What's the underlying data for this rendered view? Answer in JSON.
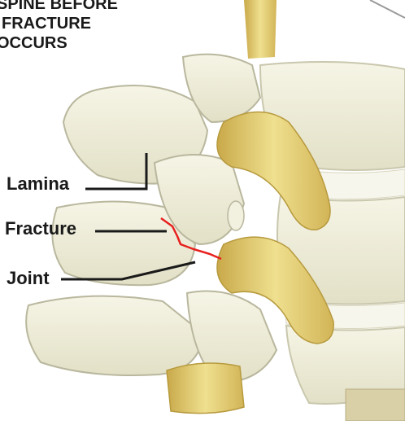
{
  "title": {
    "lines": [
      "SPINE BEFORE",
      "FRACTURE",
      "OCCURS"
    ]
  },
  "labels": {
    "lamina": "Lamina",
    "fracture": "Fracture",
    "joint": "Joint"
  },
  "colors": {
    "bone": "#f0efdc",
    "bone_shadow": "#c9c7ad",
    "nerve": "#e7d37b",
    "nerve_shadow": "#c9a94a",
    "fracture_line": "#e8201e",
    "leader_line": "#1a1a1a",
    "label_text": "#1a1a1a"
  }
}
